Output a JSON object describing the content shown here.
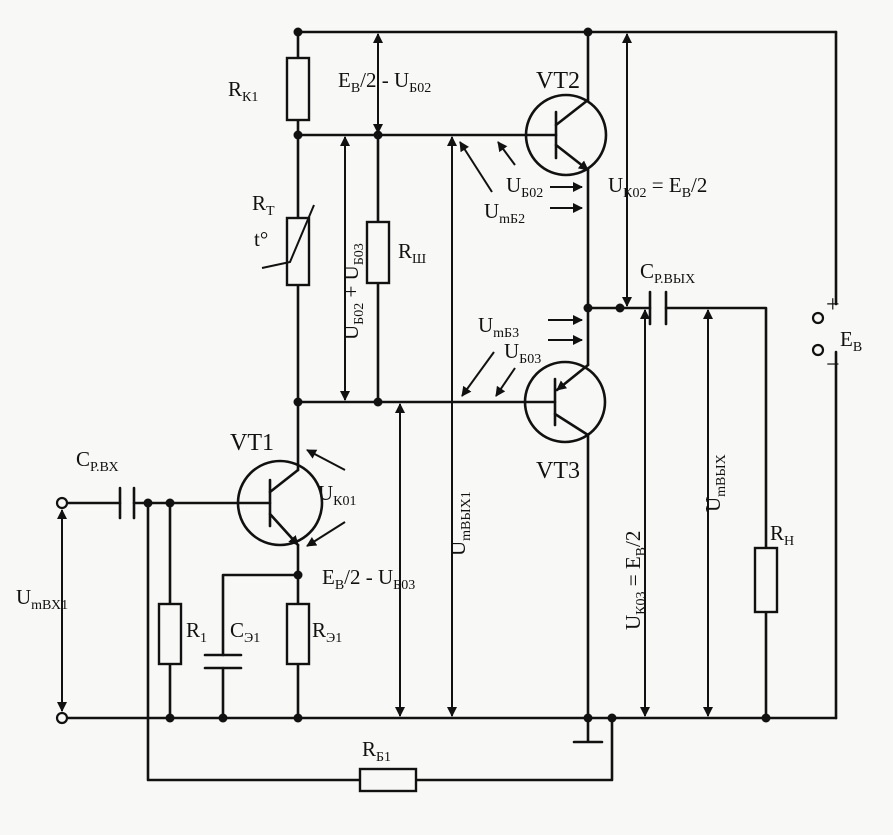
{
  "diagram": {
    "components": {
      "rk1": {
        "main": "R",
        "sub": "К1"
      },
      "rt": {
        "main": "R",
        "sub": "Т"
      },
      "rt_temp": "t°",
      "rsh": {
        "main": "R",
        "sub": "Ш"
      },
      "vt1": "VT1",
      "vt2": "VT2",
      "vt3": "VT3",
      "cin": {
        "main": "C",
        "sub": "Р.ВХ"
      },
      "r1": {
        "main": "R",
        "sub": "1"
      },
      "ce1": {
        "main": "C",
        "sub": "Э1"
      },
      "re1": {
        "main": "R",
        "sub": "Э1"
      },
      "rb1": {
        "main": "R",
        "sub": "Б1"
      },
      "cout": {
        "main": "C",
        "sub": "Р.ВЫХ"
      },
      "rn": {
        "main": "R",
        "sub": "Н"
      },
      "eb": {
        "main": "E",
        "sub": "В"
      },
      "plus": "+",
      "minus": "−"
    },
    "voltages": {
      "eb_minus_ub02": {
        "p1": "E",
        "s1": "В",
        "p2": "/2 - U",
        "s2": "Б02"
      },
      "ub02_plus_ub03": {
        "p1": "U",
        "s1": "Б02",
        "p2": " + U",
        "s2": "Б03"
      },
      "ub02": {
        "main": "U",
        "sub": "Б02"
      },
      "umb2": {
        "main": "U",
        "sub": "mБ2"
      },
      "uk02": {
        "p1": "U",
        "s1": "К02",
        "p2": " = E",
        "s2": "В",
        "p3": "/2"
      },
      "umb3": {
        "main": "U",
        "sub": "mБ3"
      },
      "ub03": {
        "main": "U",
        "sub": "Б03"
      },
      "uk01": {
        "main": "U",
        "sub": "К01"
      },
      "umvyh1": {
        "main": "U",
        "sub": "mВЫХ1"
      },
      "eb_minus_ub03": {
        "p1": "E",
        "s1": "В",
        "p2": "/2 - U",
        "s2": "Б03"
      },
      "uk03": {
        "p1": "U",
        "s1": "К03",
        "p2": " = E",
        "s2": "В",
        "p3": "/2"
      },
      "umvyh": {
        "main": "U",
        "sub": "mВЫХ"
      },
      "umvx1": {
        "main": "U",
        "sub": "mВХ1"
      }
    }
  }
}
